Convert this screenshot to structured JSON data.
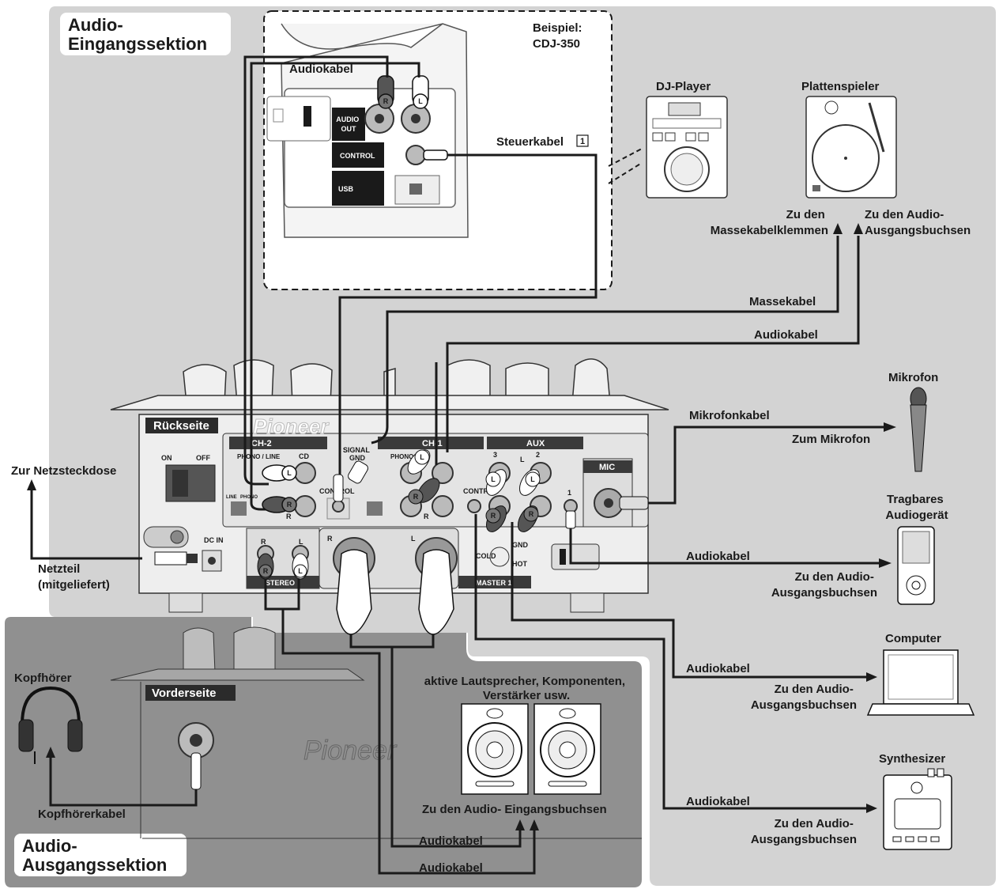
{
  "sections": {
    "input": "Audio-\nEingangssektion",
    "output": "Audio-\nAusgangssektion",
    "rear": "Rückseite",
    "front": "Vorderseite"
  },
  "example": {
    "line1": "Beispiel:",
    "line2": "CDJ-350"
  },
  "cdj_panel": {
    "audio_out": "AUDIO\nOUT",
    "control": "CONTROL",
    "usb": "USB",
    "jack_r": "R",
    "jack_l": "L"
  },
  "mixer_panel": {
    "brand": "Pioneer",
    "ch2": "CH-2",
    "ch1": "CH-1",
    "phono_line": "PHONO / LINE",
    "cd": "CD",
    "phono": "PHONO",
    "line": "LINE",
    "l": "L",
    "r": "R",
    "control": "CONTROL",
    "signal_gnd": "SIGNAL\nGND",
    "aux": "AUX",
    "aux_3": "3",
    "aux_2": "2",
    "aux_1": "1",
    "mic": "MIC",
    "on": "ON",
    "off": "OFF",
    "dc_in": "DC IN",
    "master1": "MASTER 1",
    "stereo": "STEREO",
    "cold": "COLD",
    "gnd": "GND",
    "hot": "HOT"
  },
  "labels": {
    "audiokabel_top": "Audiokabel",
    "steuerkabel": "Steuerkabel",
    "steuerkabel_num": "1",
    "dj_player": "DJ-Player",
    "plattenspieler": "Plattenspieler",
    "zu_masse": "Zu den\nMassekabelklemmen",
    "zu_audio_aus_top": "Zu den Audio-\nAusgangsbuchsen",
    "massekabel": "Massekabel",
    "audiokabel_mid": "Audiokabel",
    "mikrofon": "Mikrofon",
    "mikrofonkabel": "Mikrofonkabel",
    "zum_mikrofon": "Zum Mikrofon",
    "zur_netz": "Zur Netzsteckdose",
    "netzteil": "Netzteil\n(mitgeliefert)",
    "tragbares": "Tragbares\nAudiogerät",
    "audiokabel_portable": "Audiokabel",
    "zu_audio_aus_portable": "Zu den Audio-\nAusgangsbuchsen",
    "computer": "Computer",
    "audiokabel_computer": "Audiokabel",
    "zu_audio_aus_computer": "Zu den Audio-\nAusgangsbuchsen",
    "synthesizer": "Synthesizer",
    "audiokabel_synth": "Audiokabel",
    "zu_audio_aus_synth": "Zu den Audio-\nAusgangsbuchsen",
    "kopfhoerer": "Kopfhörer",
    "kopfhoererkabel": "Kopfhörerkabel",
    "lautsprecher": "aktive Lautsprecher, Komponenten,\nVerstärker usw.",
    "zu_audio_ein": "Zu den Audio- Eingangsbuchsen",
    "audiokabel_out1": "Audiokabel",
    "audiokabel_out2": "Audiokabel"
  },
  "colors": {
    "input_bg": "#d3d3d3",
    "output_bg": "#909090",
    "panel_dark": "#3a3a3a",
    "cable": "#1a1a1a"
  }
}
